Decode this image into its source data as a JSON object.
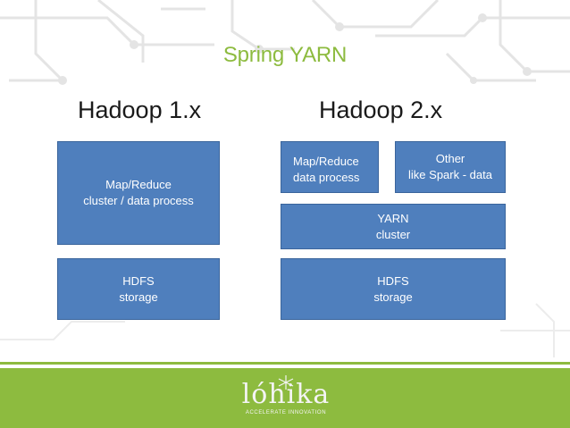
{
  "slide": {
    "title": "Spring YARN",
    "left_heading": "Hadoop 1.x",
    "right_heading": "Hadoop 2.x"
  },
  "hadoop1": {
    "compute_box": [
      "Map/Reduce",
      "cluster / data process"
    ],
    "storage_box": [
      "HDFS",
      "storage"
    ]
  },
  "hadoop2": {
    "mapreduce_box": [
      "Map/Reduce",
      "data process"
    ],
    "other_box": [
      "Other",
      "like Spark - data"
    ],
    "yarn_box": [
      "YARN",
      "cluster"
    ],
    "storage_box": [
      "HDFS",
      "storage"
    ]
  },
  "footer": {
    "logo_text": "lóhika",
    "logo_tagline": "ACCELERATE INNOVATION"
  },
  "colors": {
    "title_green": "#8dbb3f",
    "box_blue": "#4f7fbd",
    "box_border": "#3b659c",
    "footer_green": "#8dbb3f"
  }
}
